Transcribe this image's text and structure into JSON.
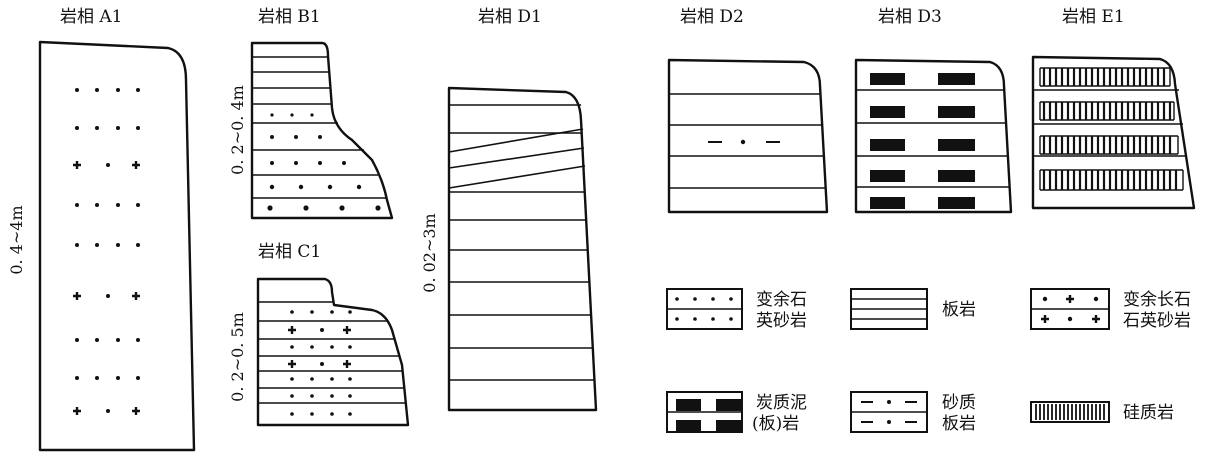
{
  "facies": {
    "A1": {
      "title": "岩相 A1",
      "thickness": "0. 4~4m"
    },
    "B1": {
      "title": "岩相 B1",
      "thickness": "0. 2~0. 4m"
    },
    "C1": {
      "title": "岩相 C1",
      "thickness": "0. 2~0. 5m"
    },
    "D1": {
      "title": "岩相 D1",
      "thickness": "0. 02~3m"
    },
    "D2": {
      "title": "岩相 D2"
    },
    "D3": {
      "title": "岩相 D3"
    },
    "E1": {
      "title": "岩相 E1"
    }
  },
  "legend": {
    "meta_quartz_sandstone": [
      "变余石",
      "英砂岩"
    ],
    "slate": [
      "板岩"
    ],
    "meta_feldspar_quartz_sandstone": [
      "变余长石",
      "石英砂岩"
    ],
    "carbonaceous_slate": [
      "炭质泥",
      "(板)岩"
    ],
    "sandy_slate": [
      "砂质",
      "板岩"
    ],
    "siliceous_rock": [
      "硅质岩"
    ]
  }
}
